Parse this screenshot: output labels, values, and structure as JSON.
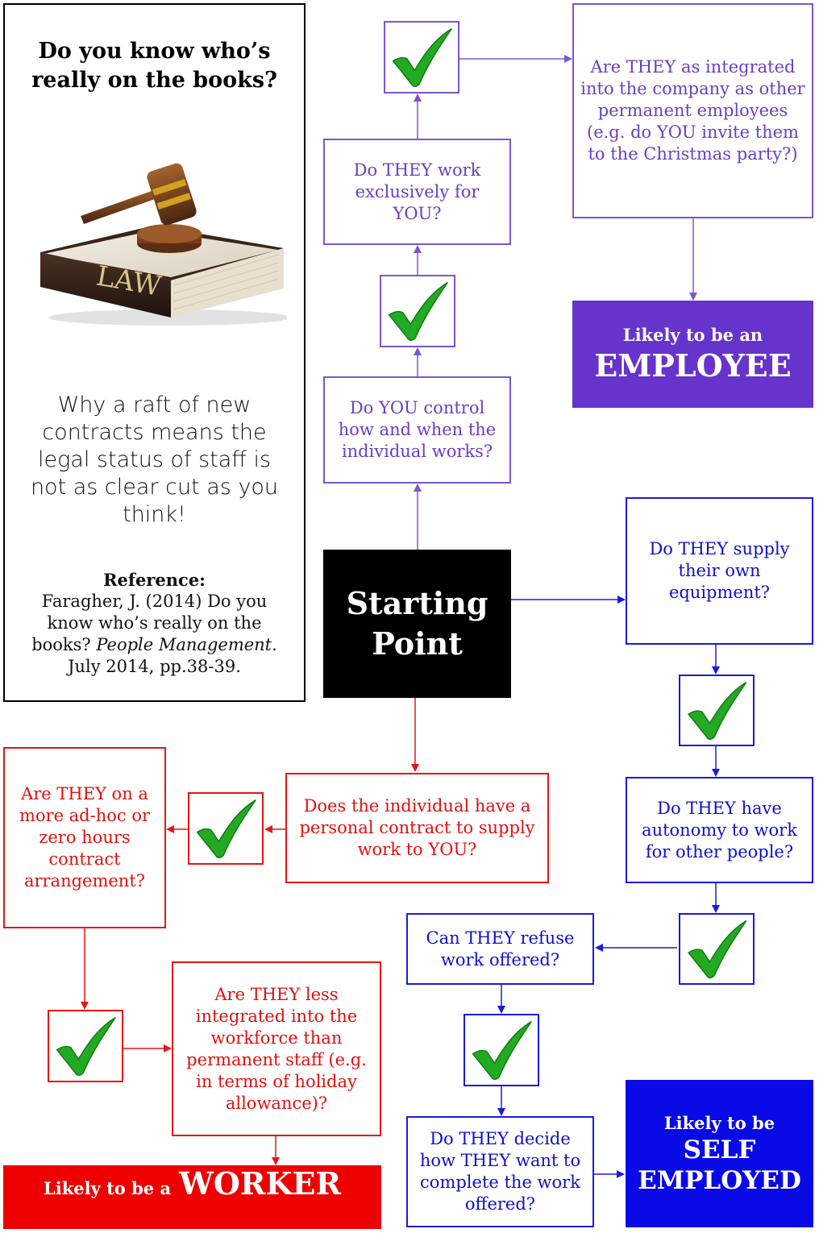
{
  "panel": {
    "title": "Do you know who’s really on the books?",
    "book_spine_text": "LAW",
    "subtitle": "Why a raft of new contracts means the legal status of staff is not as clear cut as you think!",
    "reference_heading": "Reference:",
    "reference_text_1": "Faragher, J. (2014) Do you know who’s really on the books? ",
    "reference_italic": "People Management",
    "reference_text_2": ". July 2014, pp.38-39."
  },
  "start": {
    "line1": "Starting",
    "line2": "Point"
  },
  "employee_path": {
    "q_control": "Do YOU control how and when the individual works?",
    "q_exclusive": "Do THEY work exclusively for YOU?",
    "q_integrated": "Are THEY as integrated into the company as other permanent employees (e.g. do YOU invite them to the Christmas party?)",
    "result_small": "Likely to be an",
    "result_big": "EMPLOYEE"
  },
  "self_employed_path": {
    "q_equipment": "Do THEY supply their own equipment?",
    "q_autonomy": "Do THEY have autonomy to work for other people?",
    "q_refuse": "Can THEY refuse work offered?",
    "q_decide": "Do THEY decide how THEY want to complete the work offered?",
    "result_small": "Likely to be",
    "result_big1": "SELF",
    "result_big2": "EMPLOYED"
  },
  "worker_path": {
    "q_contract": "Does the individual have a personal contract to supply work to YOU?",
    "q_adhoc": "Are THEY on a more ad-hoc or zero hours contract arrangement?",
    "q_less_integrated": "Are THEY less integrated into the workforce than permanent staff (e.g. in terms of holiday allowance)?",
    "result_small": "Likely to be a",
    "result_big": "WORKER"
  },
  "colors": {
    "purple": "#6a3fc4",
    "purple_fill": "#6633cc",
    "blue": "#1a1ae0",
    "blue_fill": "#0a0ae6",
    "red": "#e81414",
    "red_fill": "#ee0000",
    "check_green": "#22aa22"
  }
}
